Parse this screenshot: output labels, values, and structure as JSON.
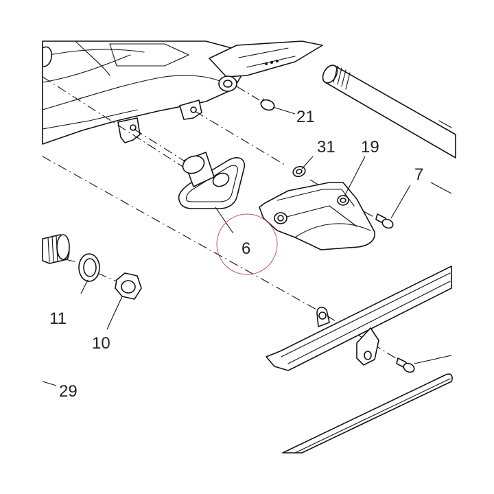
{
  "callouts": {
    "c6": "6",
    "c7": "7",
    "c10": "10",
    "c11": "11",
    "c19": "19",
    "c21": "21",
    "c29": "29",
    "c31": "31"
  },
  "colors": {
    "line": "#111111",
    "highlight_circle": "#c4506a",
    "background": "#ffffff"
  }
}
